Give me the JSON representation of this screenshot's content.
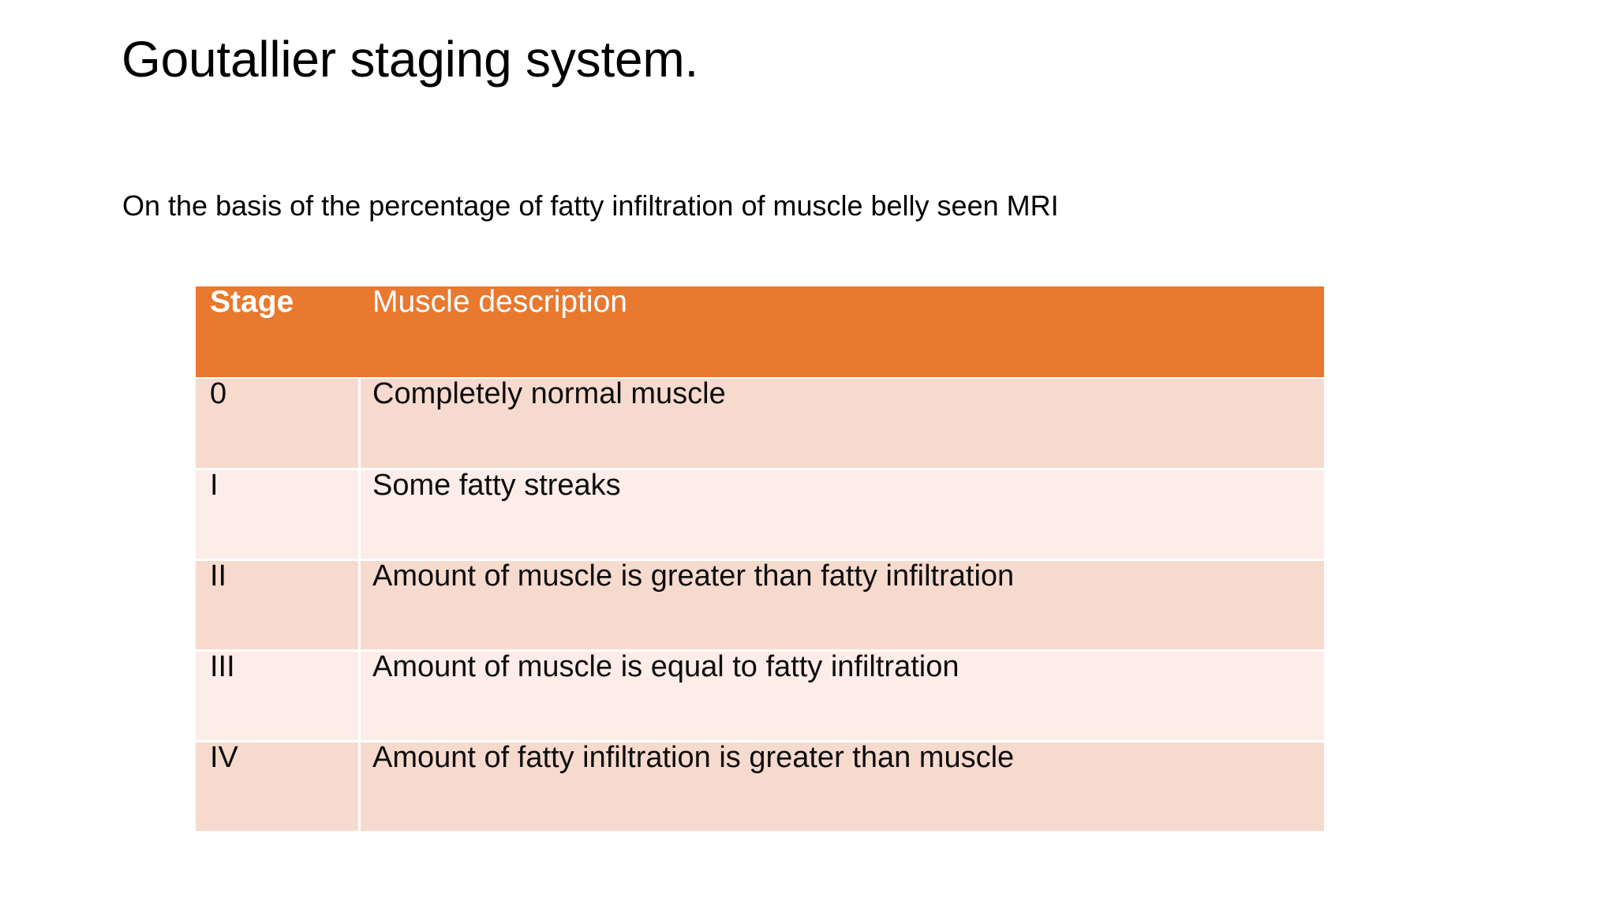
{
  "slide": {
    "title": "Goutallier staging system.",
    "subtitle": "On the basis of the percentage of fatty infiltration of muscle belly seen MRI",
    "background_color": "#FFFFFF"
  },
  "table": {
    "header_background": "#E8792F",
    "header_text_color": "#FFFFFF",
    "row_color_dark": "#F7DACE",
    "row_color_light": "#FCEDE8",
    "columns": [
      {
        "key": "stage",
        "label": "Stage"
      },
      {
        "key": "description",
        "label": "Muscle description"
      }
    ],
    "rows": [
      {
        "stage": "0",
        "description": "Completely normal muscle"
      },
      {
        "stage": "I",
        "description": "Some fatty streaks"
      },
      {
        "stage": "II",
        "description": "Amount of muscle is greater than fatty infiltration"
      },
      {
        "stage": "III",
        "description": "Amount of muscle is equal to fatty infiltration"
      },
      {
        "stage": "IV",
        "description": "Amount of fatty infiltration is greater than muscle"
      }
    ]
  }
}
